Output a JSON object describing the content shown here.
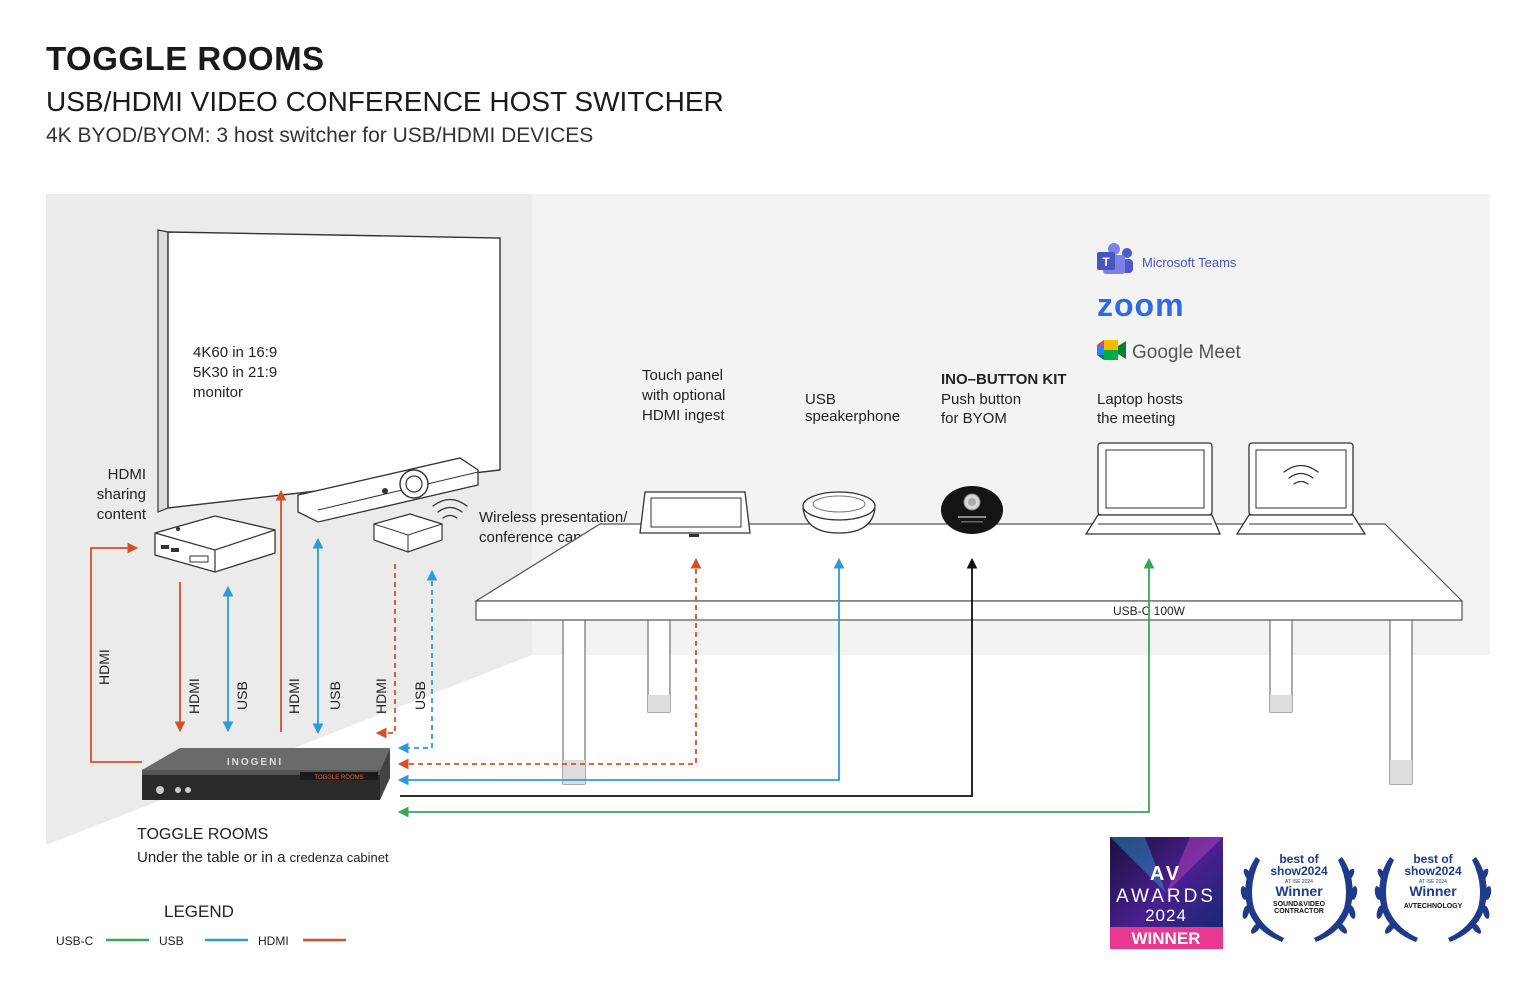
{
  "header": {
    "title": "TOGGLE ROOMS",
    "subtitle": "USB/HDMI VIDEO CONFERENCE HOST SWITCHER",
    "tagline": "4K BYOD/BYOM: 3 host switcher for USB/HDMI DEVICES"
  },
  "monitor": {
    "line1": "4K60 in 16:9",
    "line2": "5K30 in 21:9",
    "line3": "monitor"
  },
  "hdmi_sharing": {
    "line1": "HDMI",
    "line2": "sharing",
    "line3": "content"
  },
  "wireless": {
    "line1": "Wireless presentation/",
    "line2": "conference capable"
  },
  "touch_panel": {
    "line1": "Touch panel",
    "line2": "with optional",
    "line3": "HDMI ingest"
  },
  "speakerphone": {
    "line1": "USB",
    "line2": "speakerphone"
  },
  "ino_button": {
    "title": "INO–BUTTON KIT",
    "line1": "Push button",
    "line2": "for BYOM"
  },
  "laptop": {
    "line1": "Laptop hosts",
    "line2": "the meeting"
  },
  "platforms": {
    "teams": "Microsoft Teams",
    "zoom": "zoom",
    "meet": "Google Meet"
  },
  "table_label": "USB-C 100W",
  "cable_labels": {
    "hdmi": "HDMI",
    "usb": "USB"
  },
  "device": {
    "brand": "INOGENI",
    "model": "TOGGLE ROOMS",
    "label": "TOGGLE ROOMS",
    "caption_main": "Under the table or in a",
    "caption_small": "credenza cabinet"
  },
  "legend": {
    "title": "LEGEND",
    "usbc": "USB-C",
    "usb": "USB",
    "hdmi": "HDMI"
  },
  "awards": {
    "av": {
      "line1": "AV",
      "line2": "AWARDS",
      "line3": "2024",
      "line4": "WINNER"
    },
    "bos1": {
      "line1": "best of",
      "line2": "show2024",
      "line3": "AT ISE 2024",
      "line4": "Winner",
      "line5": "SOUND&VIDEO",
      "line6": "CONTRACTOR"
    },
    "bos2": {
      "line1": "best of",
      "line2": "show2024",
      "line3": "AT ISE 2024",
      "line4": "Winner",
      "line5": "AVTECHNOLOGY"
    }
  },
  "colors": {
    "hdmi": "#d4502a",
    "usb": "#2f9bd6",
    "usbc": "#3aa65a",
    "button_line": "#111111",
    "room_bg": "#efefef"
  }
}
